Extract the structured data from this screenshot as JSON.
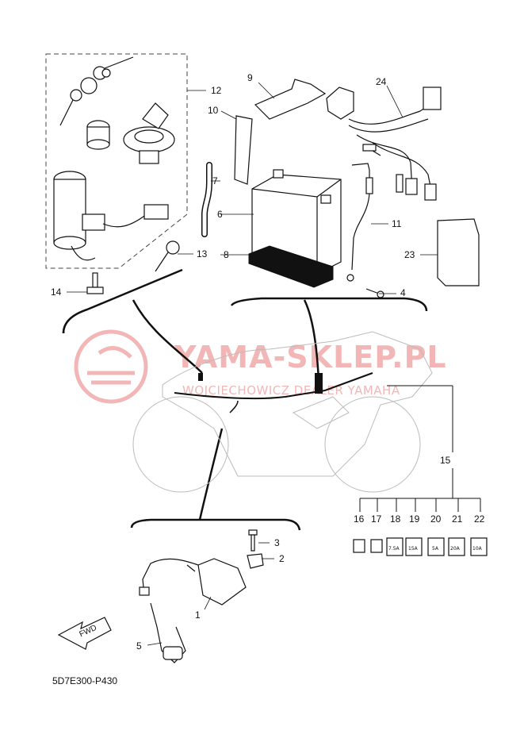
{
  "diagram": {
    "code": "5D7E300-P430",
    "watermark": {
      "main": "YAMA-SKLEP.PL",
      "sub": "WOJCIECHOWICZ DEALER YAMAHA"
    },
    "fwd_label": "FWD",
    "callouts": [
      "1",
      "2",
      "3",
      "4",
      "5",
      "6",
      "7",
      "8",
      "9",
      "10",
      "11",
      "12",
      "13",
      "14",
      "15",
      "16",
      "17",
      "18",
      "19",
      "20",
      "21",
      "22",
      "23",
      "24"
    ],
    "fuse_ratings": [
      "7.5A",
      "15A",
      "5A",
      "20A",
      "10A"
    ],
    "colors": {
      "line": "#111111",
      "watermark": "#f3b6b6",
      "bike_outline": "#bbbbbb"
    }
  }
}
